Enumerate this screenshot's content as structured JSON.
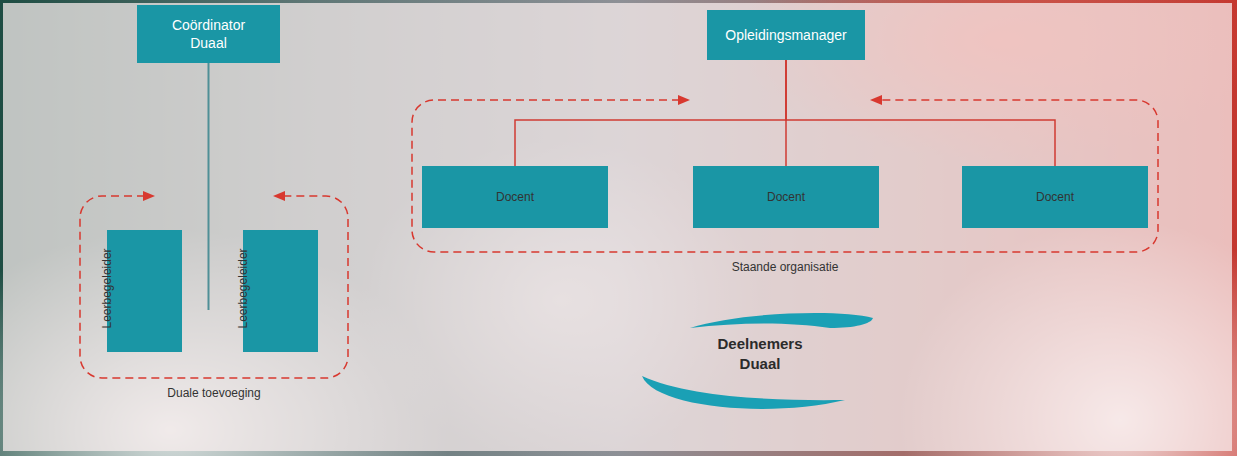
{
  "diagram": {
    "nodes": [
      {
        "text": [
          "Coördinator Duaal"
        ]
      },
      {
        "text": [
          "Duale toevoeging"
        ]
      },
      {
        "text": [
          "Leerbegeleider"
        ],
        "in": 1
      },
      {
        "text": [
          "Leerbegeleider"
        ],
        "in": 1
      },
      {
        "text": [
          "Opleidingsmanager"
        ]
      },
      {
        "text": [
          "Staande organisatie"
        ]
      },
      {
        "text": [
          "Docent"
        ],
        "in": 5
      },
      {
        "text": [
          "Docent"
        ],
        "in": 5
      },
      {
        "text": [
          "Docent"
        ],
        "in": 5
      },
      {
        "text": [
          "Deelnemers Duaal"
        ]
      }
    ],
    "edges": [
      {
        "from": 0,
        "to": 1,
        "arrow": "none"
      },
      {
        "from": 4,
        "to": 6,
        "arrow": "none"
      },
      {
        "from": 4,
        "to": 7,
        "arrow": "none"
      },
      {
        "from": 4,
        "to": 8,
        "arrow": "none"
      }
    ]
  }
}
